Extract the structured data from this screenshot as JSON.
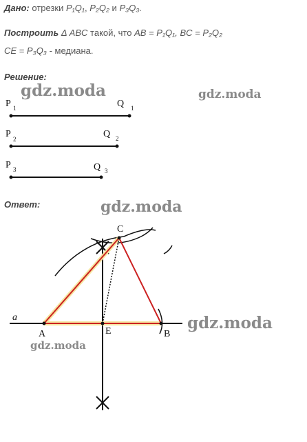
{
  "given": {
    "label": "Дано:",
    "text": "отрезки",
    "s1": "P₁Q₁",
    "comma": ",",
    "s2": "P₂Q₂",
    "and": "и",
    "s3": "P₃Q₃."
  },
  "construct": {
    "label": "Построить",
    "triangle": "Δ ABC",
    "text1": "такой, что",
    "ab": "AB = P₁Q₁,",
    "bc": "BC = P₂Q₂",
    "ce": "CE = P₃Q₃",
    "text2": "- медиана."
  },
  "solution_label": "Решение:",
  "answer_label": "Ответ:",
  "segments": [
    {
      "p": "P",
      "p_sub": "1",
      "q": "Q",
      "q_sub": "1"
    },
    {
      "p": "P",
      "p_sub": "2",
      "q": "Q",
      "q_sub": "2"
    },
    {
      "p": "P",
      "p_sub": "3",
      "q": "Q",
      "q_sub": "3"
    }
  ],
  "figure": {
    "line_label": "a",
    "point_a": "A",
    "point_b": "B",
    "point_c": "C",
    "point_e": "E"
  },
  "watermarks": [
    "gdz.moda",
    "gdz.moda",
    "gdz.moda",
    "gdz.moda",
    "gdz.moda"
  ],
  "colors": {
    "triangle": "#cc2222",
    "highlight": "#f6e6a0",
    "ink": "#111111"
  }
}
